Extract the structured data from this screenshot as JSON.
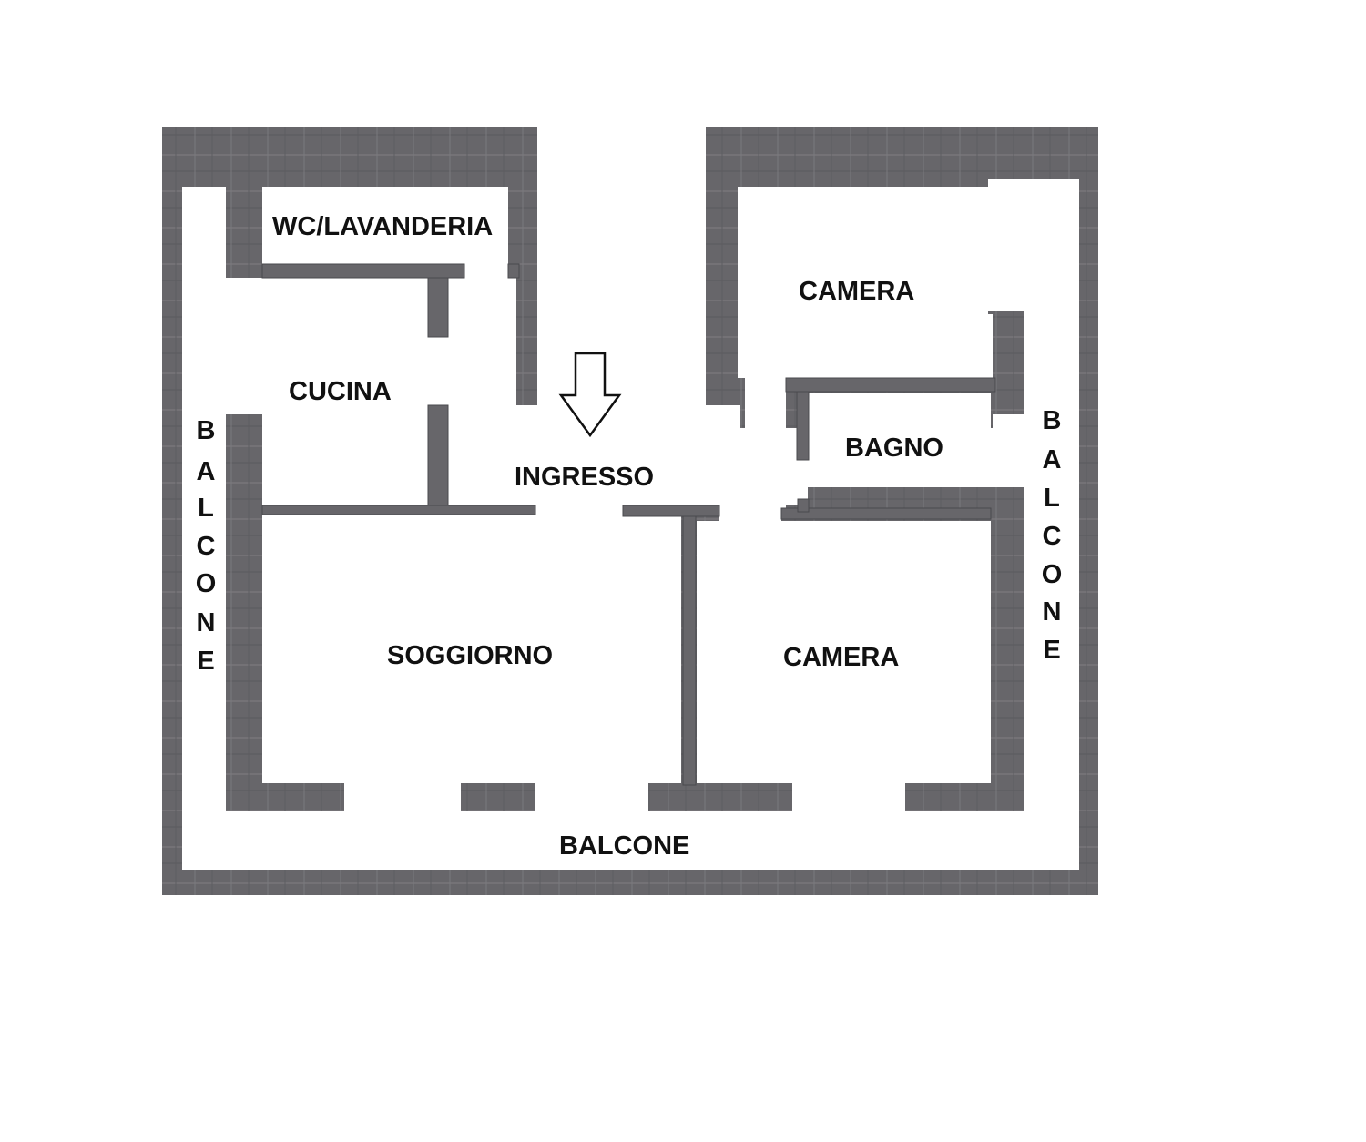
{
  "plan": {
    "colors": {
      "wall": "#67666a",
      "wall_light": "#807f83",
      "outline": "#4a494d",
      "floor": "#ffffff",
      "label": "#111111"
    },
    "rooms": {
      "wc_lavanderia": "WC/LAVANDERIA",
      "cucina": "CUCINA",
      "ingresso": "INGRESSO",
      "soggiorno": "SOGGIORNO",
      "camera_top": "CAMERA",
      "bagno": "BAGNO",
      "camera_bottom": "CAMERA",
      "balcone_bottom": "BALCONE"
    },
    "balcone_left_letters": [
      "B",
      "A",
      "L",
      "C",
      "O",
      "N",
      "E"
    ],
    "balcone_right_letters": [
      "B",
      "A",
      "L",
      "C",
      "O",
      "N",
      "E"
    ],
    "entrance_icon": "down-arrow-icon"
  }
}
